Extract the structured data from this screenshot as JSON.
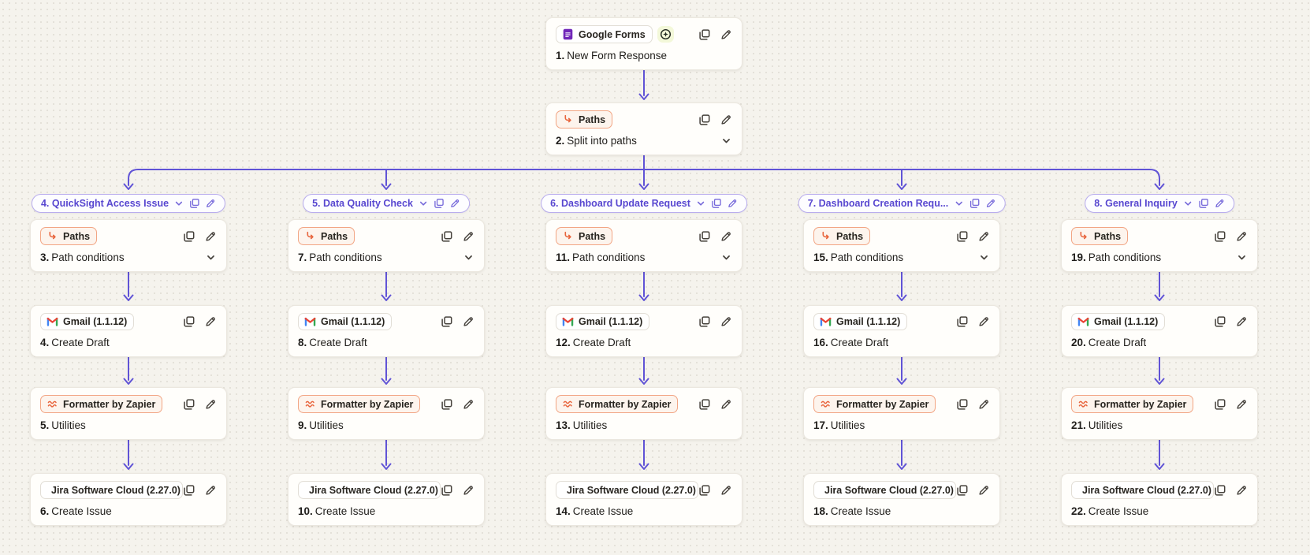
{
  "colors": {
    "connector_purple": "#6053d6",
    "branch_header_purple": "#5847d0",
    "paths_orange": "#e8643c",
    "background_cream": "#f5f3ed",
    "instant_badge_green": "#f3f8d9"
  },
  "trigger_card": {
    "app_label": "Google Forms",
    "step_num": "1.",
    "step_title": "New Form Response"
  },
  "split_card": {
    "app_label": "Paths",
    "step_num": "2.",
    "step_title": "Split into paths"
  },
  "branches": [
    {
      "header_label": "4. QuickSight Access Issue",
      "steps": [
        {
          "app_label": "Paths",
          "num": "3.",
          "title": "Path conditions"
        },
        {
          "app_label": "Gmail (1.1.12)",
          "num": "4.",
          "title": "Create Draft"
        },
        {
          "app_label": "Formatter by Zapier",
          "num": "5.",
          "title": "Utilities"
        },
        {
          "app_label": "Jira Software Cloud (2.27.0)",
          "num": "6.",
          "title": "Create Issue"
        }
      ]
    },
    {
      "header_label": "5. Data Quality Check",
      "steps": [
        {
          "app_label": "Paths",
          "num": "7.",
          "title": "Path conditions"
        },
        {
          "app_label": "Gmail (1.1.12)",
          "num": "8.",
          "title": "Create Draft"
        },
        {
          "app_label": "Formatter by Zapier",
          "num": "9.",
          "title": "Utilities"
        },
        {
          "app_label": "Jira Software Cloud (2.27.0)",
          "num": "10.",
          "title": "Create Issue"
        }
      ]
    },
    {
      "header_label": "6. Dashboard Update Request",
      "steps": [
        {
          "app_label": "Paths",
          "num": "11.",
          "title": "Path conditions"
        },
        {
          "app_label": "Gmail (1.1.12)",
          "num": "12.",
          "title": "Create Draft"
        },
        {
          "app_label": "Formatter by Zapier",
          "num": "13.",
          "title": "Utilities"
        },
        {
          "app_label": "Jira Software Cloud (2.27.0)",
          "num": "14.",
          "title": "Create Issue"
        }
      ]
    },
    {
      "header_label": "7. Dashboard Creation Requ...",
      "steps": [
        {
          "app_label": "Paths",
          "num": "15.",
          "title": "Path conditions"
        },
        {
          "app_label": "Gmail (1.1.12)",
          "num": "16.",
          "title": "Create Draft"
        },
        {
          "app_label": "Formatter by Zapier",
          "num": "17.",
          "title": "Utilities"
        },
        {
          "app_label": "Jira Software Cloud (2.27.0)",
          "num": "18.",
          "title": "Create Issue"
        }
      ]
    },
    {
      "header_label": "8. General Inquiry",
      "steps": [
        {
          "app_label": "Paths",
          "num": "19.",
          "title": "Path conditions"
        },
        {
          "app_label": "Gmail (1.1.12)",
          "num": "20.",
          "title": "Create Draft"
        },
        {
          "app_label": "Formatter by Zapier",
          "num": "21.",
          "title": "Utilities"
        },
        {
          "app_label": "Jira Software Cloud (2.27.0)",
          "num": "22.",
          "title": "Create Issue"
        }
      ]
    }
  ]
}
